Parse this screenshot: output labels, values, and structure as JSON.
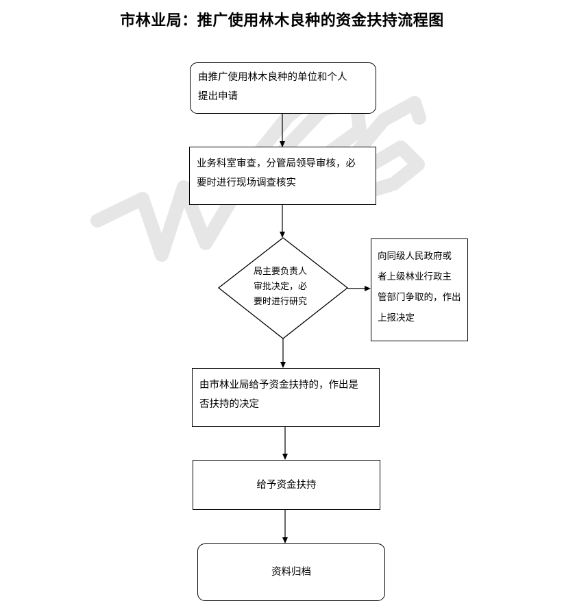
{
  "title": "市林业局：推广使用林木良种的资金扶持流程图",
  "nodes": {
    "apply": {
      "lines": [
        "由推广使用林木良种的单位和个人",
        "提出申请"
      ]
    },
    "review": {
      "lines": [
        "业务科室审查，分管局领导审核，必",
        "要时进行现场调查核实"
      ]
    },
    "decision": {
      "lines": [
        "局主要负责人",
        "审批决定，必",
        "要时进行研究"
      ]
    },
    "report": {
      "lines": [
        "向同级人民政府或",
        "者上级林业行政主",
        "管部门争取的，作出",
        "上报决定"
      ]
    },
    "city_decide": {
      "lines": [
        "由市林业局给予资金扶持的，作出是",
        "否扶持的决定"
      ]
    },
    "grant": {
      "label": "给予资金扶持"
    },
    "archive": {
      "label": "资料归档"
    }
  },
  "watermark": {
    "color": "#e6e6e6"
  }
}
